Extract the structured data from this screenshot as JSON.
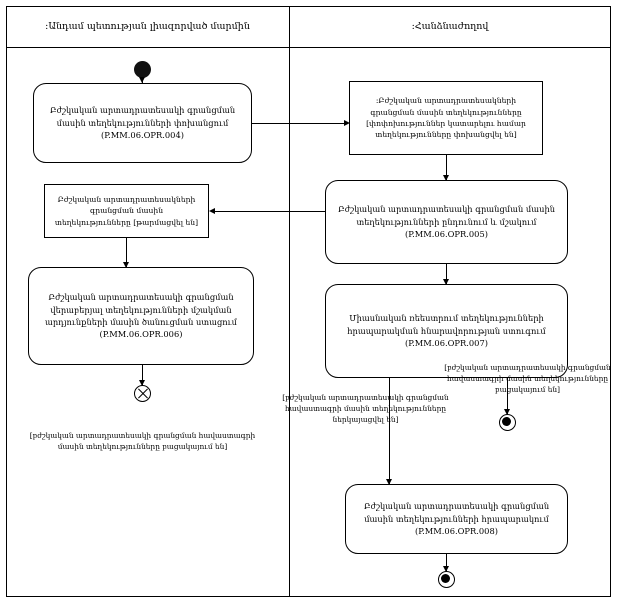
{
  "diagram": {
    "type": "uml-activity-diagram",
    "lanes": [
      {
        "id": "lane-left",
        "title": ":Անդամ պետության լիազորված մարմին"
      },
      {
        "id": "lane-right",
        "title": ":Հանձնաժողով"
      }
    ],
    "activities": [
      {
        "id": "act-opr-004",
        "lane": "lane-left",
        "label": "Բժշկական արտադրատեսակի գրանցման մասին տեղեկությունների փոխանցում (P.MM.06.OPR.004)"
      },
      {
        "id": "act-opr-006",
        "lane": "lane-left",
        "label": "Բժշկական արտադրատեսակի գրանցման վերաբերյալ տեղեկությունների մշակման արդյունքների մասին ծանուցման ստացում (P.MM.06.OPR.006)"
      },
      {
        "id": "act-opr-005",
        "lane": "lane-right",
        "label": "Բժշկական արտադրատեսակի գրանցման մասին տեղեկությունների ընդունում և մշակում (P.MM.06.OPR.005)"
      },
      {
        "id": "act-opr-007",
        "lane": "lane-right",
        "label": "Միասնական ռեեստրում տեղեկությունների հրապարակման հնարավորության ստուգում (P.MM.06.OPR.007)"
      },
      {
        "id": "act-opr-008",
        "lane": "lane-right",
        "label": "Բժշկական արտադրատեսակի գրանցման մասին տեղեկությունների հրապարակում (P.MM.06.OPR.008)"
      }
    ],
    "objects": [
      {
        "id": "obj-left-updated",
        "lane": "lane-left",
        "label": "Բժշկական արտադրատեսակների գրանցման մասին տեղեկությունները [թարմացվել են]"
      },
      {
        "id": "obj-right-transferred",
        "lane": "lane-right",
        "label": ":Բժշկական արտադրատեսակների գրանցման մասին տեղեկությունները [փոփոխություններ կատարելու համար տեղեկությունները փոխանցվել են]"
      }
    ],
    "guards": [
      {
        "id": "guard-left-absent",
        "lane": "lane-left",
        "label": "[բժշկական արտադրատեսակի գրանցման հավաստագրի մասին տեղեկությունները բացակայում են]"
      },
      {
        "id": "guard-presented",
        "lane": "lane-right",
        "label": "[բժշկական արտադրատեսակի գրանցման հավաստագրի մասին տեղեկությունները ներկայացվել են]"
      },
      {
        "id": "guard-absent",
        "lane": "lane-right",
        "label": "[բժշկական արտադրատեսակի գրանցման հավաստագրի մասին տեղեկությունները բացակայում են]"
      }
    ],
    "control_nodes": [
      {
        "id": "initial-node",
        "kind": "initial-node",
        "lane": "lane-left"
      },
      {
        "id": "flow-final-left",
        "kind": "flow-final-node",
        "lane": "lane-left"
      },
      {
        "id": "final-node-right",
        "kind": "activity-final",
        "lane": "lane-right"
      },
      {
        "id": "final-node-bottom",
        "kind": "activity-final",
        "lane": "lane-right"
      }
    ],
    "colors": {
      "stroke": "#000000",
      "background": "#ffffff",
      "node_fill": "#111111"
    }
  }
}
